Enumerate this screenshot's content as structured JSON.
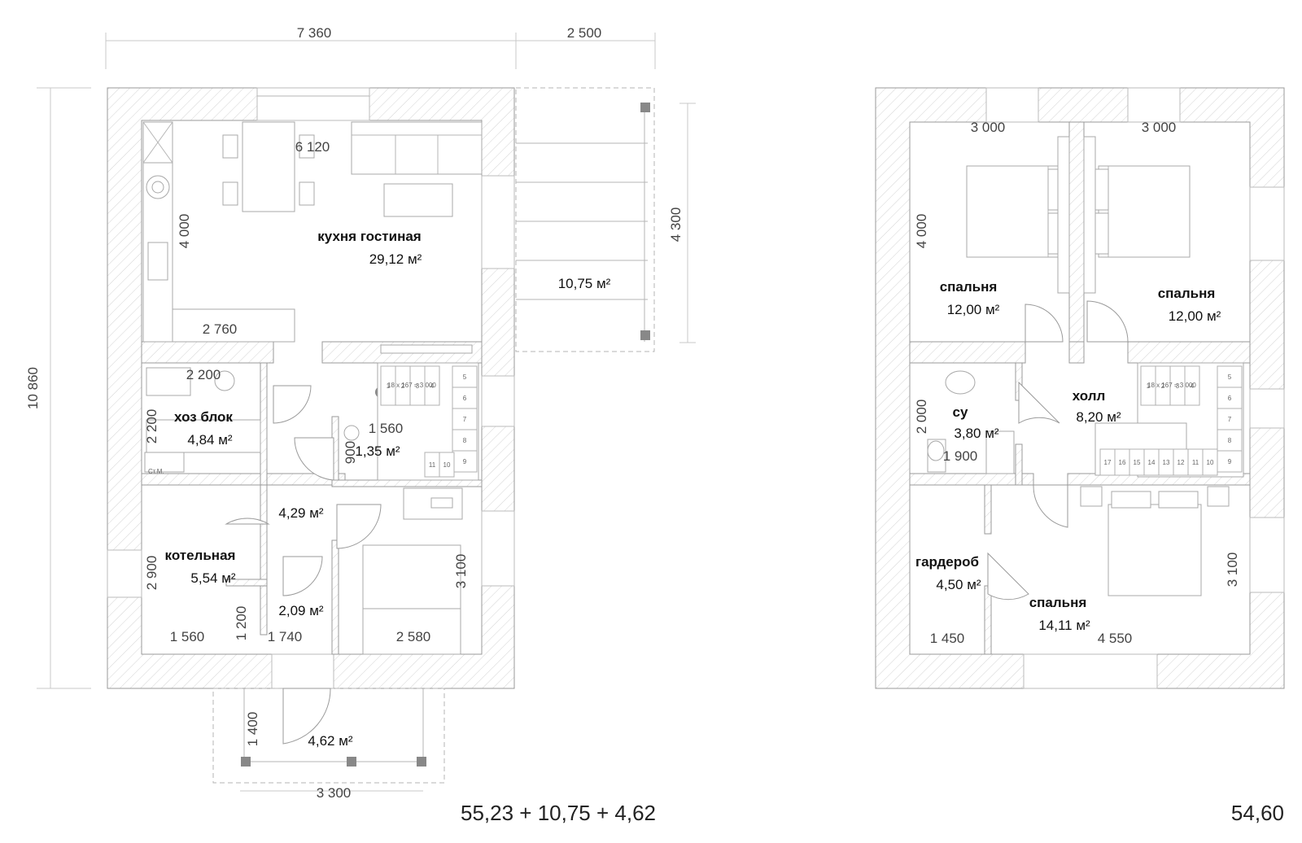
{
  "plan1": {
    "dims": {
      "overall_width": "7 360",
      "terrace_width": "2 500",
      "overall_height": "10 860",
      "terrace_depth": "4 300",
      "kitchen_width": "6 120",
      "kitchen_depth": "4 000",
      "kitchen_counter": "2 760",
      "utility_width": "2 200",
      "utility_depth": "2 200",
      "wc_width": "1 560",
      "wc_depth": "900",
      "boiler_depth": "2 900",
      "boiler_width": "1 560",
      "vestibule_depth": "1 200",
      "vestibule_width": "1 740",
      "bedroom_width": "2 580",
      "bedroom_depth": "3 100",
      "porch_depth": "1 400",
      "porch_width": "3 300"
    },
    "rooms": {
      "kitchen_name": "кухня гостиная",
      "kitchen_area": "29,12 м²",
      "terrace_area": "10,75 м²",
      "utility_name": "хоз блок",
      "utility_area": "4,84 м²",
      "washer_label": "Ст.М.",
      "wc_area": "1,35 м²",
      "hall_area": "4,29 м²",
      "boiler_name": "котельная",
      "boiler_area": "5,54 м²",
      "vestibule_area": "2,09 м²",
      "porch_area": "4,62 м²"
    },
    "stair_note": "18 х 167 = 3 000",
    "stair_steps": [
      "1",
      "2",
      "3",
      "4",
      "5",
      "6",
      "7",
      "8",
      "9",
      "10",
      "11"
    ],
    "total": "55,23 + 10,75 + 4,62"
  },
  "plan2": {
    "dims": {
      "bedroom1_width": "3 000",
      "bedroom2_width": "3 000",
      "bedroom_depth": "4 000",
      "bath_depth": "2 000",
      "bath_width": "1 900",
      "bedroom3_depth": "3 100",
      "wardrobe_width": "1 450",
      "bedroom3_width": "4 550"
    },
    "rooms": {
      "bedroom1_name": "спальня",
      "bedroom1_area": "12,00 м²",
      "bedroom2_name": "спальня",
      "bedroom2_area": "12,00 м²",
      "bath_name": "су",
      "bath_area": "3,80 м²",
      "hall_name": "холл",
      "hall_area": "8,20 м²",
      "wardrobe_name": "гардероб",
      "wardrobe_area": "4,50 м²",
      "bedroom3_name": "спальня",
      "bedroom3_area": "14,11 м²"
    },
    "stair_note": "18 х 167 = 3 000",
    "stair_steps": [
      "1",
      "2",
      "3",
      "4",
      "5",
      "6",
      "7",
      "8",
      "9",
      "10",
      "11",
      "12",
      "13",
      "14",
      "15",
      "16",
      "17"
    ],
    "total": "54,60"
  }
}
